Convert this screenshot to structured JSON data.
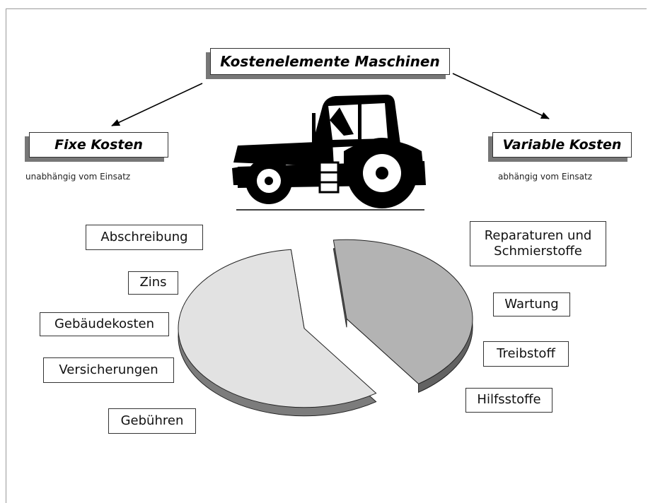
{
  "title": "Kostenelemente Maschinen",
  "fixed": {
    "heading": "Fixe Kosten",
    "subtitle": "unabhängig vom Einsatz",
    "items": [
      "Abschreibung",
      "Zins",
      "Gebäudekosten",
      "Versicherungen",
      "Gebühren"
    ]
  },
  "variable": {
    "heading": "Variable Kosten",
    "subtitle": "abhängig vom Einsatz",
    "items": [
      "Reparaturen und Schmierstoffe",
      "Wartung",
      "Treibstoff",
      "Hilfsstoffe"
    ]
  },
  "illustration": {
    "icon": "tractor-icon"
  },
  "chart_data": {
    "type": "pie",
    "slices": [
      {
        "label": "Fixe Kosten",
        "share": 0.58,
        "color": "#e2e2e2"
      },
      {
        "label": "Variable Kosten",
        "share": 0.42,
        "color": "#b3b3b3"
      }
    ]
  }
}
